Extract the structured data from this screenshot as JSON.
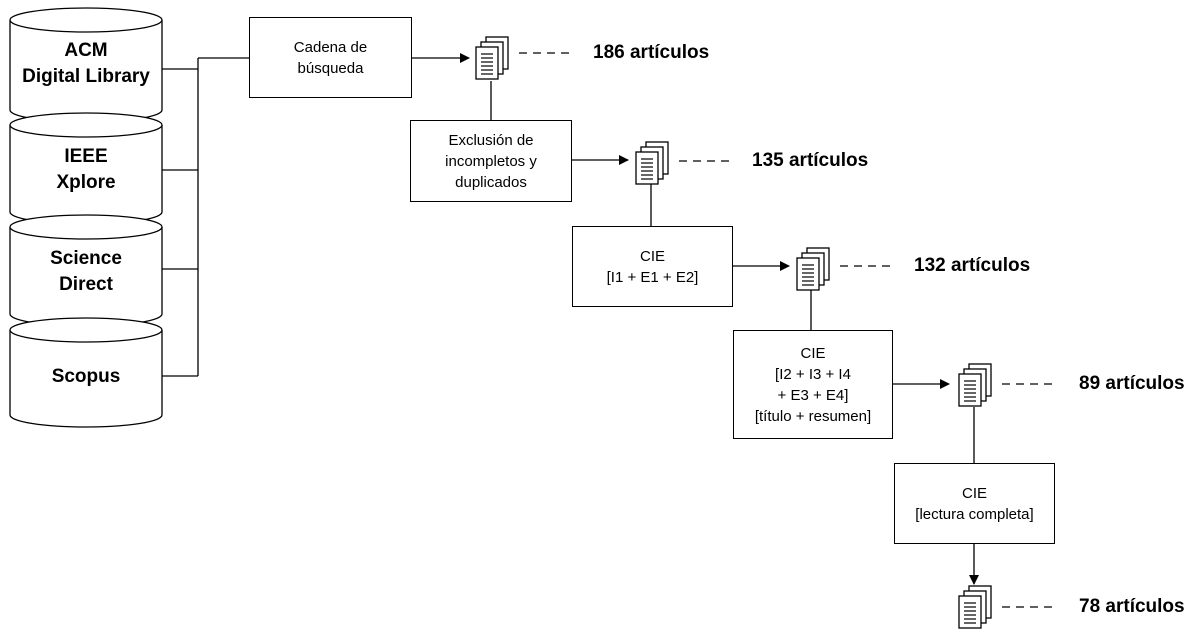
{
  "databases": [
    {
      "label": "ACM\nDigital Library"
    },
    {
      "label": "IEEE\nXplore"
    },
    {
      "label": "Science\nDirect"
    },
    {
      "label": "Scopus"
    }
  ],
  "steps": [
    {
      "label": "Cadena de\nbúsqueda",
      "result": "186 artículos"
    },
    {
      "label": "Exclusión de\nincompletos y\nduplicados",
      "result": "135 artículos"
    },
    {
      "label": "CIE\n[I1 + E1 + E2]",
      "result": "132 artículos"
    },
    {
      "label": "CIE\n[I2 + I3 + I4\n+ E3 + E4]\n[título + resumen]",
      "result": "89 artículos"
    },
    {
      "label": "CIE\n[lectura completa]",
      "result": "78 artículos"
    }
  ],
  "icons": {
    "document_stack": "document-stack-icon",
    "database": "database-cylinder-icon"
  }
}
